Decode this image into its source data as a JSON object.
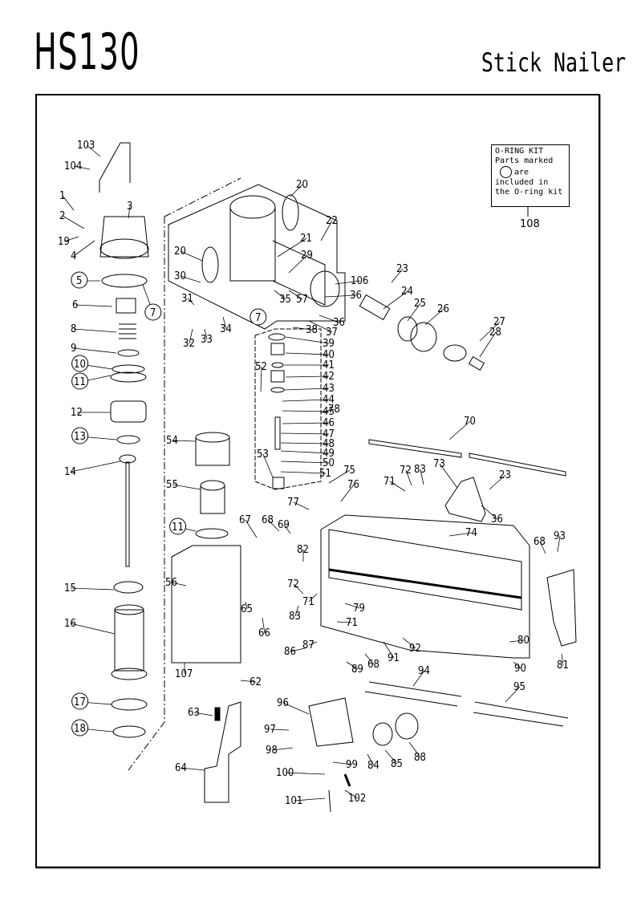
{
  "header": {
    "model": "HS130",
    "product": "Stick Nailer"
  },
  "oring_kit": {
    "title": "O-RING KIT",
    "line1": "Parts marked",
    "line2": "are",
    "line3": "included in",
    "line4": "the O-ring kit",
    "part_no": "108"
  },
  "parts": {
    "circled": [
      "5",
      "7",
      "10",
      "11",
      "13",
      "17",
      "18"
    ],
    "labels": [
      {
        "id": "103",
        "text": "103"
      },
      {
        "id": "104",
        "text": "104"
      },
      {
        "id": "1",
        "text": "1"
      },
      {
        "id": "2",
        "text": "2"
      },
      {
        "id": "3",
        "text": "3"
      },
      {
        "id": "19",
        "text": "19"
      },
      {
        "id": "4",
        "text": "4"
      },
      {
        "id": "5",
        "text": "5"
      },
      {
        "id": "7a",
        "text": "7"
      },
      {
        "id": "6",
        "text": "6"
      },
      {
        "id": "8",
        "text": "8"
      },
      {
        "id": "9",
        "text": "9"
      },
      {
        "id": "10",
        "text": "10"
      },
      {
        "id": "11a",
        "text": "11"
      },
      {
        "id": "12",
        "text": "12"
      },
      {
        "id": "13",
        "text": "13"
      },
      {
        "id": "14",
        "text": "14"
      },
      {
        "id": "15",
        "text": "15"
      },
      {
        "id": "16",
        "text": "16"
      },
      {
        "id": "17",
        "text": "17"
      },
      {
        "id": "18",
        "text": "18"
      },
      {
        "id": "20a",
        "text": "20"
      },
      {
        "id": "20b",
        "text": "20"
      },
      {
        "id": "21",
        "text": "21"
      },
      {
        "id": "22",
        "text": "22"
      },
      {
        "id": "29",
        "text": "29"
      },
      {
        "id": "30",
        "text": "30"
      },
      {
        "id": "106",
        "text": "106"
      },
      {
        "id": "31",
        "text": "31"
      },
      {
        "id": "32",
        "text": "32"
      },
      {
        "id": "33",
        "text": "33"
      },
      {
        "id": "34",
        "text": "34"
      },
      {
        "id": "35",
        "text": "35"
      },
      {
        "id": "57",
        "text": "57"
      },
      {
        "id": "7b",
        "text": "7"
      },
      {
        "id": "36a",
        "text": "36"
      },
      {
        "id": "36b",
        "text": "36"
      },
      {
        "id": "37",
        "text": "37"
      },
      {
        "id": "38",
        "text": "38"
      },
      {
        "id": "23a",
        "text": "23"
      },
      {
        "id": "24",
        "text": "24"
      },
      {
        "id": "25",
        "text": "25"
      },
      {
        "id": "26",
        "text": "26"
      },
      {
        "id": "27",
        "text": "27"
      },
      {
        "id": "28",
        "text": "28"
      },
      {
        "id": "39",
        "text": "39"
      },
      {
        "id": "40",
        "text": "40"
      },
      {
        "id": "41",
        "text": "41"
      },
      {
        "id": "42",
        "text": "42"
      },
      {
        "id": "43",
        "text": "43"
      },
      {
        "id": "44",
        "text": "44"
      },
      {
        "id": "45",
        "text": "45"
      },
      {
        "id": "46",
        "text": "46"
      },
      {
        "id": "47",
        "text": "47"
      },
      {
        "id": "48",
        "text": "48"
      },
      {
        "id": "49",
        "text": "49"
      },
      {
        "id": "50",
        "text": "50"
      },
      {
        "id": "51",
        "text": "51"
      },
      {
        "id": "52",
        "text": "52"
      },
      {
        "id": "53",
        "text": "53"
      },
      {
        "id": "78",
        "text": "78"
      },
      {
        "id": "54",
        "text": "54"
      },
      {
        "id": "55",
        "text": "55"
      },
      {
        "id": "11b",
        "text": "11"
      },
      {
        "id": "70",
        "text": "70"
      },
      {
        "id": "71a",
        "text": "71"
      },
      {
        "id": "72a",
        "text": "72"
      },
      {
        "id": "83a",
        "text": "83"
      },
      {
        "id": "73",
        "text": "73"
      },
      {
        "id": "23b",
        "text": "23"
      },
      {
        "id": "36c",
        "text": "36"
      },
      {
        "id": "75",
        "text": "75"
      },
      {
        "id": "76",
        "text": "76"
      },
      {
        "id": "77",
        "text": "77"
      },
      {
        "id": "67",
        "text": "67"
      },
      {
        "id": "68a",
        "text": "68"
      },
      {
        "id": "69",
        "text": "69"
      },
      {
        "id": "82",
        "text": "82"
      },
      {
        "id": "74",
        "text": "74"
      },
      {
        "id": "68b",
        "text": "68"
      },
      {
        "id": "93",
        "text": "93"
      },
      {
        "id": "56",
        "text": "56"
      },
      {
        "id": "65",
        "text": "65"
      },
      {
        "id": "72b",
        "text": "72"
      },
      {
        "id": "71b",
        "text": "71"
      },
      {
        "id": "83b",
        "text": "83"
      },
      {
        "id": "79",
        "text": "79"
      },
      {
        "id": "66",
        "text": "66"
      },
      {
        "id": "71c",
        "text": "71"
      },
      {
        "id": "87",
        "text": "87"
      },
      {
        "id": "86",
        "text": "86"
      },
      {
        "id": "89",
        "text": "89"
      },
      {
        "id": "68c",
        "text": "68"
      },
      {
        "id": "91",
        "text": "91"
      },
      {
        "id": "92",
        "text": "92"
      },
      {
        "id": "80",
        "text": "80"
      },
      {
        "id": "90",
        "text": "90"
      },
      {
        "id": "81",
        "text": "81"
      },
      {
        "id": "107",
        "text": "107"
      },
      {
        "id": "62",
        "text": "62"
      },
      {
        "id": "94",
        "text": "94"
      },
      {
        "id": "95",
        "text": "95"
      },
      {
        "id": "63",
        "text": "63"
      },
      {
        "id": "96",
        "text": "96"
      },
      {
        "id": "97",
        "text": "97"
      },
      {
        "id": "98",
        "text": "98"
      },
      {
        "id": "99",
        "text": "99"
      },
      {
        "id": "84",
        "text": "84"
      },
      {
        "id": "85",
        "text": "85"
      },
      {
        "id": "88",
        "text": "88"
      },
      {
        "id": "64",
        "text": "64"
      },
      {
        "id": "100",
        "text": "100"
      },
      {
        "id": "102",
        "text": "102"
      },
      {
        "id": "101",
        "text": "101"
      }
    ]
  }
}
